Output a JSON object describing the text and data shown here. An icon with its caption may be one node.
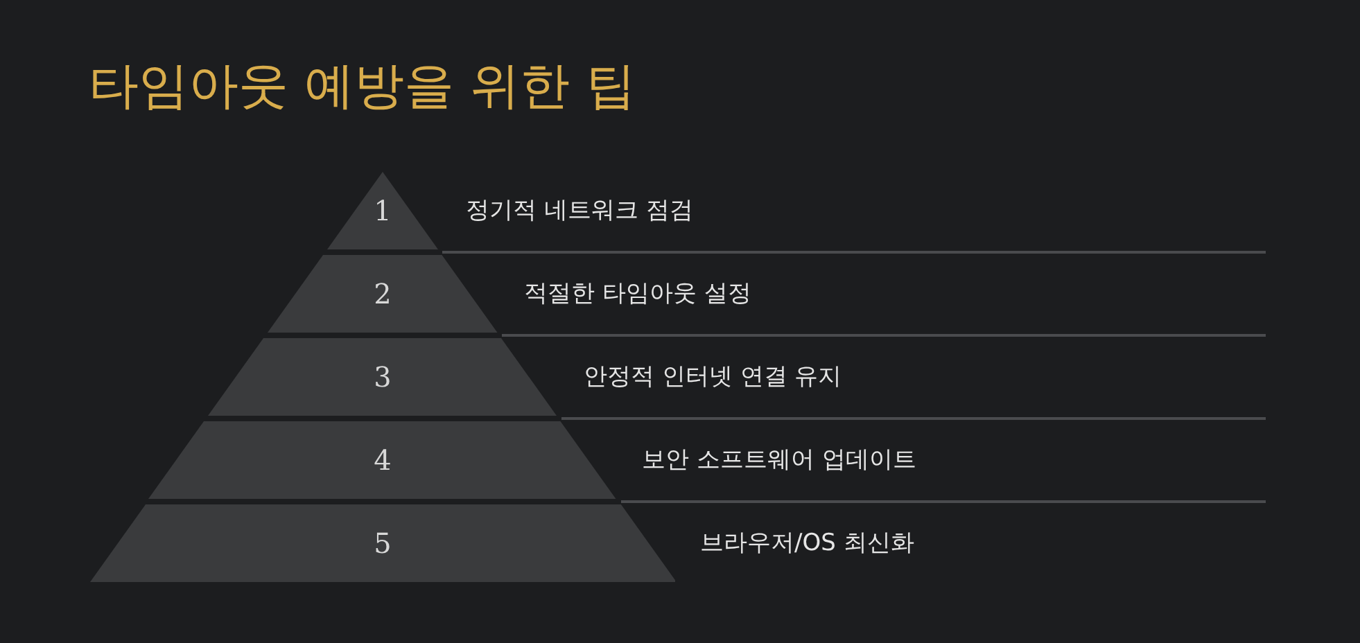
{
  "diagram": {
    "title": "타임아웃 예방을 위한 팁",
    "nodes": [
      {
        "text": [
          "1"
        ],
        "beside": [
          "정기적 네트워크 점검"
        ]
      },
      {
        "text": [
          "2"
        ],
        "beside": [
          "적절한 타임아웃 설정"
        ]
      },
      {
        "text": [
          "3"
        ],
        "beside": [
          "안정적 인터넷 연결 유지"
        ]
      },
      {
        "text": [
          "4"
        ],
        "beside": [
          "보안 소프트웨어 업데이트"
        ]
      },
      {
        "text": [
          "5"
        ],
        "beside": [
          "브라우저/OS 최신화"
        ]
      }
    ],
    "edges": []
  }
}
